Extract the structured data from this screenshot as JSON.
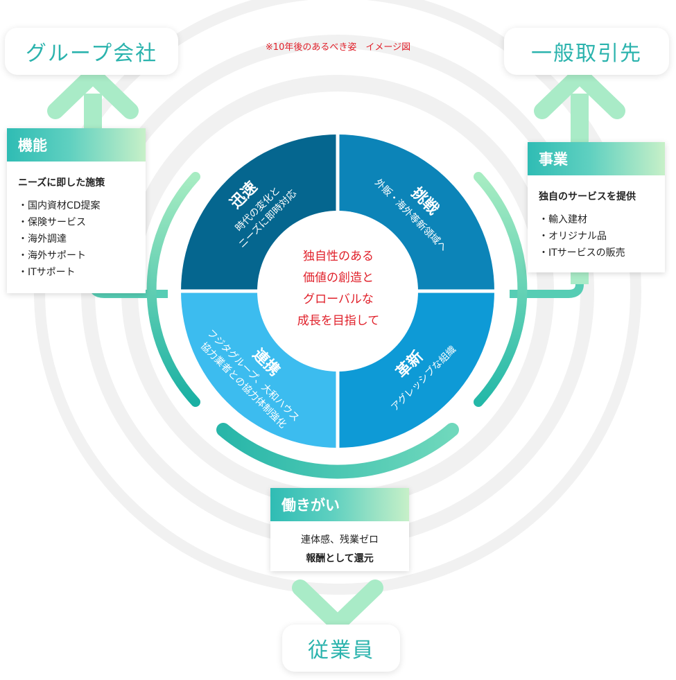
{
  "note": "※10年後のあるべき姿　イメージ図",
  "center_text": [
    "独自性のある",
    "価値の創造と",
    "グローバルな",
    "成長を目指して"
  ],
  "stakeholders": {
    "group": "グループ会社",
    "general": "一般取引先",
    "employees": "従業員"
  },
  "cards": {
    "function": {
      "title": "機能",
      "subtitle": "ニーズに即した施策",
      "items": [
        "・国内資材CD提案",
        "・保険サービス",
        "・海外調達",
        "・海外サポート",
        "・ITサポート"
      ]
    },
    "business": {
      "title": "事業",
      "subtitle": "独自のサービスを提供",
      "items": [
        "・輸入建材",
        "・オリジナル品",
        "・ITサービスの販売"
      ]
    },
    "work": {
      "title": "働きがい",
      "lines": [
        "連体感、残業ゼロ",
        "報酬として還元"
      ]
    }
  },
  "quadrants": {
    "speed": {
      "title": "迅速",
      "lines": [
        "時代の変化と",
        "ニーズに即時対応"
      ],
      "color": "#05668f"
    },
    "challenge": {
      "title": "挑戦",
      "lines": [
        "外販・海外等新領域へ"
      ],
      "color": "#0c84b8"
    },
    "collab": {
      "title": "連携",
      "lines": [
        "フジタグループ、大和ハウス",
        "協力業者との協力体制強化"
      ],
      "color": "#3cbcef"
    },
    "innovation": {
      "title": "革新",
      "lines": [
        "アグレッシブな組織"
      ],
      "color": "#0e9ad6"
    }
  },
  "colors": {
    "accent": "#2bb3ad",
    "arrow": "#9fe6bf",
    "red": "#e0202a"
  }
}
